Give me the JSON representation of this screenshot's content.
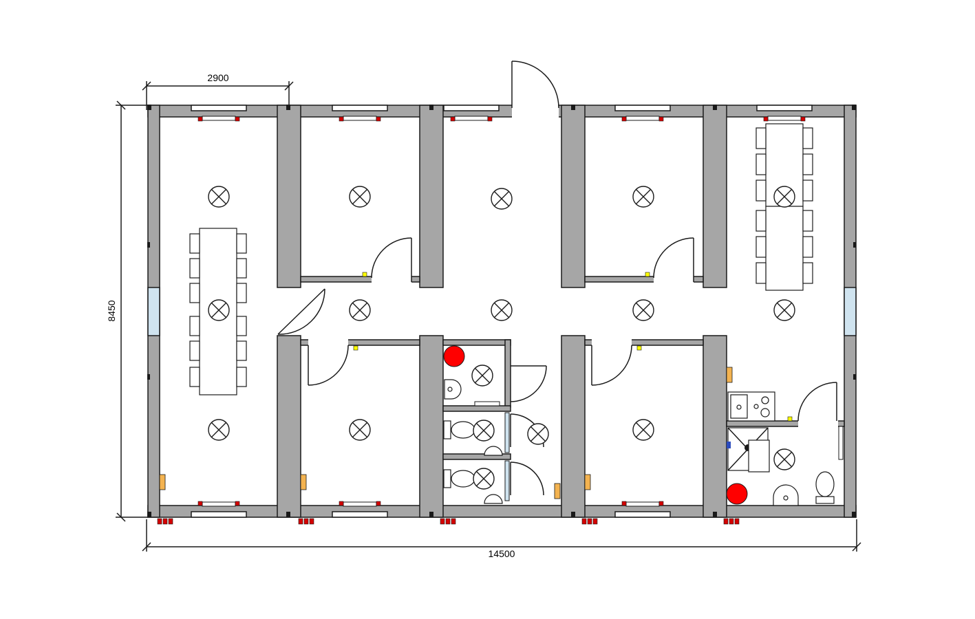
{
  "dimensions": {
    "top_segment": "2900",
    "overall_width": "14500",
    "overall_height": "8450"
  },
  "colors": {
    "wall_fill": "#a6a6a6",
    "wall_stroke": "#1a1a1a",
    "fire_extinguisher": "#ff0000",
    "electric_panel": "#f4b350",
    "socket": "#ff0000",
    "switch": "#ffff00",
    "window_glass": "#cfe3ef"
  },
  "symbols": {
    "ceiling_light": "circle-x",
    "radiator": "hatched-rect",
    "door": "quarter-arc-swing",
    "window": "glass-panel"
  }
}
